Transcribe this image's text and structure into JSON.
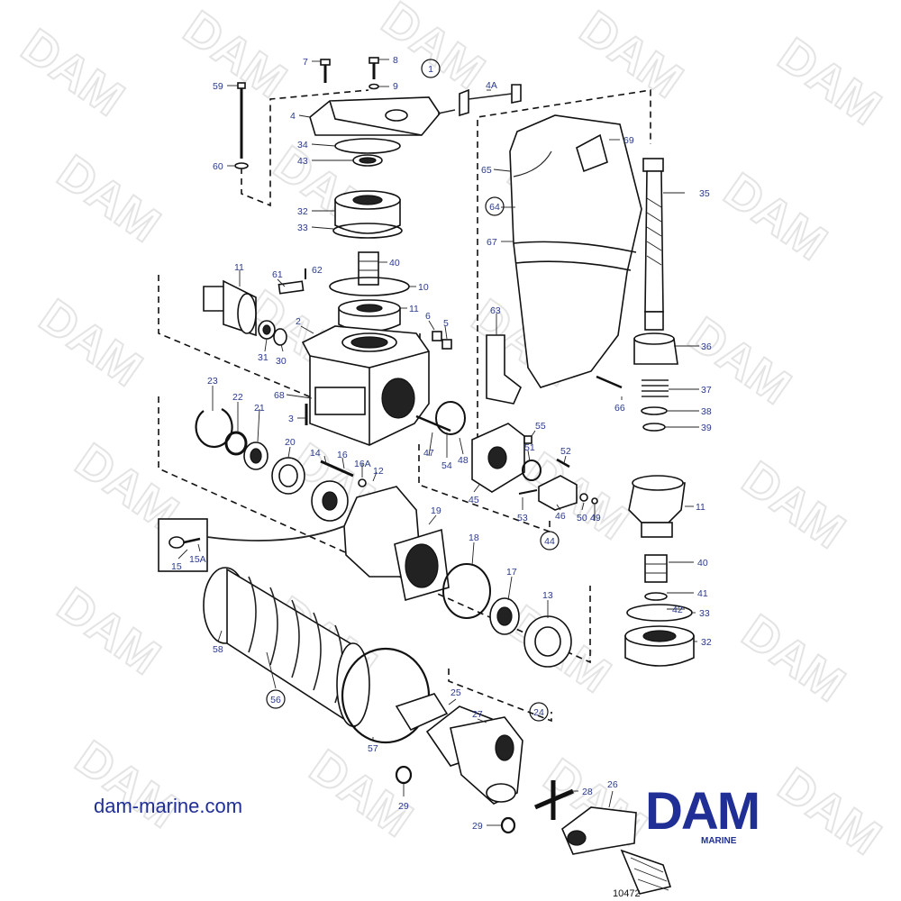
{
  "website": "dam-marine.com",
  "logo": {
    "text": "DAM",
    "subtext": "MARINE"
  },
  "watermark": "DAM",
  "figure_number": "10472",
  "colors": {
    "callout": "#2a3a8c",
    "brand": "#1f2f95",
    "line": "#111111"
  },
  "callouts": [
    {
      "id": "c1",
      "label": "1"
    },
    {
      "id": "c59",
      "label": "59"
    },
    {
      "id": "c60",
      "label": "60"
    },
    {
      "id": "c7",
      "label": "7"
    },
    {
      "id": "c8",
      "label": "8"
    },
    {
      "id": "c9",
      "label": "9"
    },
    {
      "id": "c4",
      "label": "4"
    },
    {
      "id": "c4a",
      "label": "4A"
    },
    {
      "id": "c34",
      "label": "34"
    },
    {
      "id": "c43",
      "label": "43"
    },
    {
      "id": "c32a",
      "label": "32"
    },
    {
      "id": "c33a",
      "label": "33"
    },
    {
      "id": "c69",
      "label": "69"
    },
    {
      "id": "c65",
      "label": "65"
    },
    {
      "id": "c64",
      "label": "64"
    },
    {
      "id": "c67",
      "label": "67"
    },
    {
      "id": "c35",
      "label": "35"
    },
    {
      "id": "c11a",
      "label": "11"
    },
    {
      "id": "c61",
      "label": "61"
    },
    {
      "id": "c62",
      "label": "62"
    },
    {
      "id": "c40a",
      "label": "40"
    },
    {
      "id": "c10",
      "label": "10"
    },
    {
      "id": "c11b",
      "label": "11"
    },
    {
      "id": "c2",
      "label": "2"
    },
    {
      "id": "c6",
      "label": "6"
    },
    {
      "id": "c5",
      "label": "5"
    },
    {
      "id": "c63",
      "label": "63"
    },
    {
      "id": "c36",
      "label": "36"
    },
    {
      "id": "c31",
      "label": "31"
    },
    {
      "id": "c30",
      "label": "30"
    },
    {
      "id": "c37",
      "label": "37"
    },
    {
      "id": "c66",
      "label": "66"
    },
    {
      "id": "c38",
      "label": "38"
    },
    {
      "id": "c39",
      "label": "39"
    },
    {
      "id": "c23",
      "label": "23"
    },
    {
      "id": "c22",
      "label": "22"
    },
    {
      "id": "c68",
      "label": "68"
    },
    {
      "id": "c21",
      "label": "21"
    },
    {
      "id": "c3",
      "label": "3"
    },
    {
      "id": "c55",
      "label": "55"
    },
    {
      "id": "c20",
      "label": "20"
    },
    {
      "id": "c14",
      "label": "14"
    },
    {
      "id": "c16",
      "label": "16"
    },
    {
      "id": "c47",
      "label": "47"
    },
    {
      "id": "c54",
      "label": "54"
    },
    {
      "id": "c48",
      "label": "48"
    },
    {
      "id": "c51",
      "label": "51"
    },
    {
      "id": "c52",
      "label": "52"
    },
    {
      "id": "c16a",
      "label": "16A"
    },
    {
      "id": "c12",
      "label": "12"
    },
    {
      "id": "c45",
      "label": "45"
    },
    {
      "id": "c53",
      "label": "53"
    },
    {
      "id": "c46",
      "label": "46"
    },
    {
      "id": "c50",
      "label": "50"
    },
    {
      "id": "c49",
      "label": "49"
    },
    {
      "id": "c11c",
      "label": "11"
    },
    {
      "id": "c19",
      "label": "19"
    },
    {
      "id": "c44",
      "label": "44"
    },
    {
      "id": "c15",
      "label": "15"
    },
    {
      "id": "c15a",
      "label": "15A"
    },
    {
      "id": "c18",
      "label": "18"
    },
    {
      "id": "c17",
      "label": "17"
    },
    {
      "id": "c40b",
      "label": "40"
    },
    {
      "id": "c13",
      "label": "13"
    },
    {
      "id": "c41",
      "label": "41"
    },
    {
      "id": "c42",
      "label": "42"
    },
    {
      "id": "c33b",
      "label": "33"
    },
    {
      "id": "c58",
      "label": "58"
    },
    {
      "id": "c32b",
      "label": "32"
    },
    {
      "id": "c56",
      "label": "56"
    },
    {
      "id": "c25",
      "label": "25"
    },
    {
      "id": "c27",
      "label": "27"
    },
    {
      "id": "c24",
      "label": "24"
    },
    {
      "id": "c57",
      "label": "57"
    },
    {
      "id": "c28",
      "label": "28"
    },
    {
      "id": "c26",
      "label": "26"
    },
    {
      "id": "c29a",
      "label": "29"
    },
    {
      "id": "c29b",
      "label": "29"
    }
  ]
}
